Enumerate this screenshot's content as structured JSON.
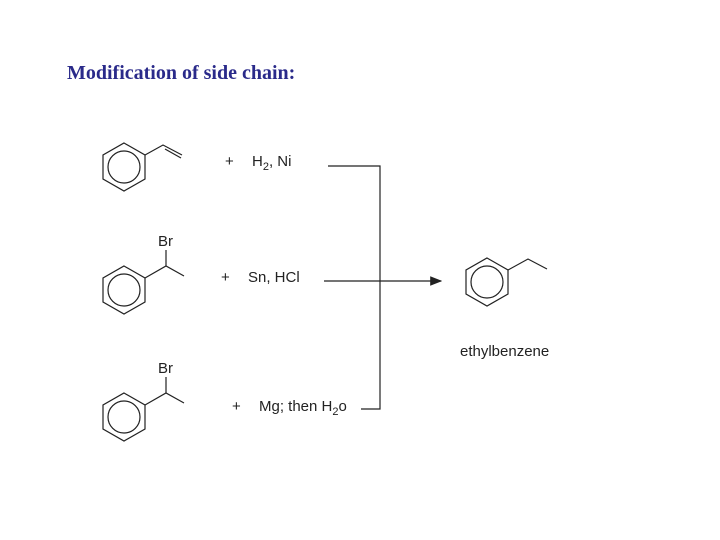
{
  "title": "Modification of side chain:",
  "reactions": [
    {
      "plus": "+",
      "reagent": "H",
      "sub": "2",
      "tail": ", Ni"
    },
    {
      "plus": "+",
      "reagent": "Sn, HCl",
      "sub": "",
      "tail": "",
      "substituent": "Br"
    },
    {
      "plus": "+",
      "reagent": "Mg; then H",
      "sub": "2",
      "tail": "o",
      "substituent": "Br"
    }
  ],
  "product": {
    "name": "ethylbenzene"
  },
  "colors": {
    "title": "#2a2a8a",
    "lines": "#222222"
  }
}
